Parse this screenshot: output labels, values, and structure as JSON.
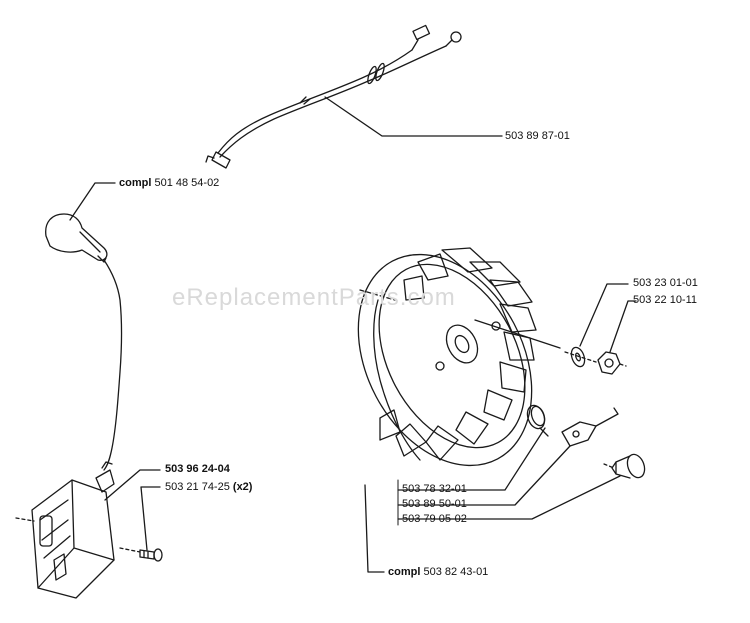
{
  "watermark": "eReplacementParts.com",
  "callouts": {
    "wire_harness": {
      "number": "503 89 87-01"
    },
    "spark_cap": {
      "prefix": "compl",
      "number": "501 48 54-02"
    },
    "ignition_module": {
      "number": "503 96 24-04"
    },
    "module_screw": {
      "number": "503 21 74-25",
      "qty": "(x2)"
    },
    "washer": {
      "number": "503 23 01-01"
    },
    "nut": {
      "number": "503 22 10-11"
    },
    "spring": {
      "number": "503 78 32-01"
    },
    "pawl": {
      "number": "503 89 50-01"
    },
    "pawl_pin": {
      "number": "503 79 05-02"
    },
    "flywheel": {
      "prefix": "compl",
      "number": "503 82 43-01"
    }
  },
  "colors": {
    "line": "#1a1a1a",
    "text": "#111111",
    "watermark": "#d9d9d9"
  }
}
